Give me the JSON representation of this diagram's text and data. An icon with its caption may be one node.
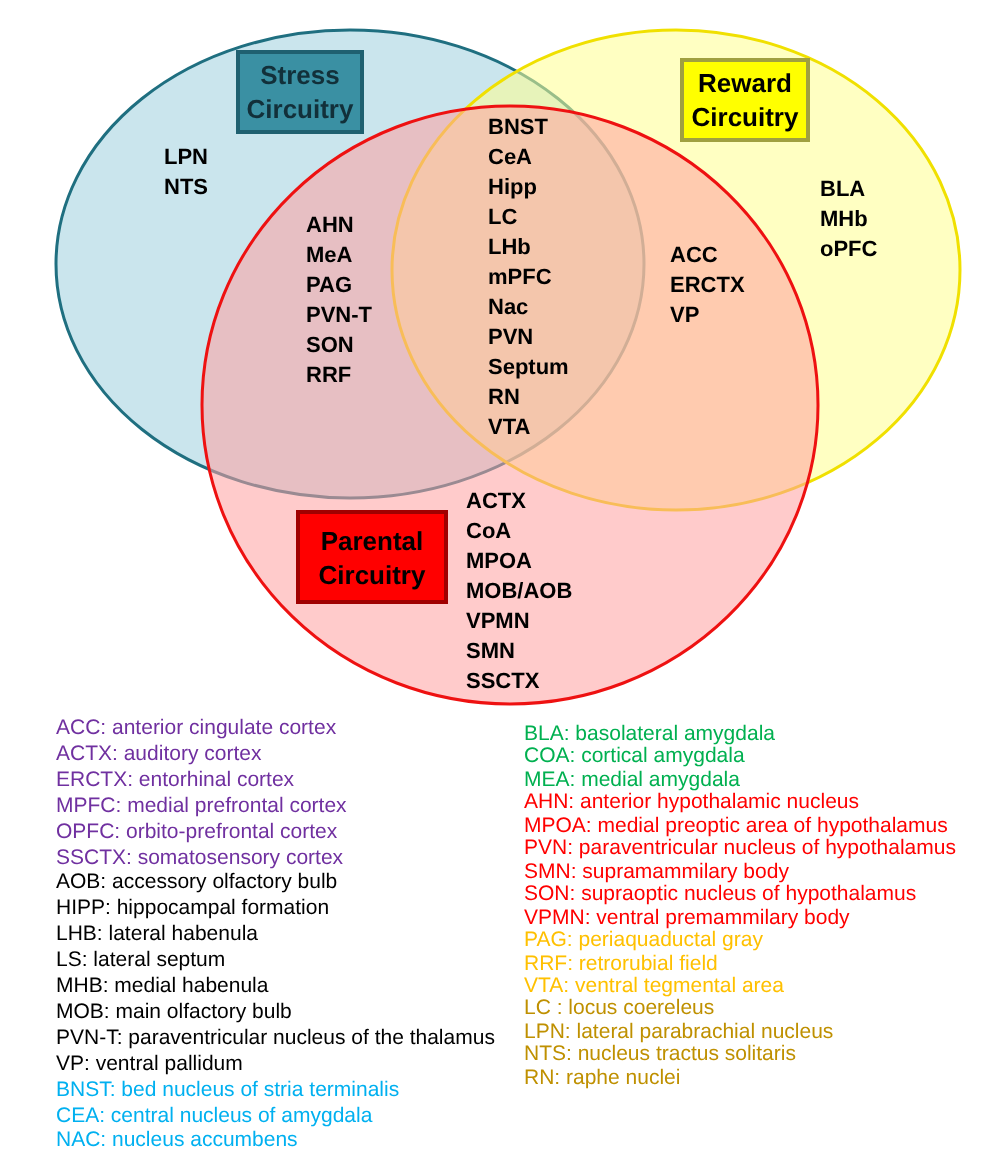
{
  "diagram": {
    "nodes": [
      {
        "text": [
          "Stress Circuitry"
        ]
      },
      {
        "text": [
          "Reward Circuitry"
        ]
      },
      {
        "text": [
          "Parental Circuitry"
        ]
      }
    ],
    "labels": [
      "LPN",
      "NTS",
      "AHN",
      "MeA",
      "PAG",
      "PVN-T",
      "SON",
      "RRF",
      "BNST",
      "CeA",
      "Hipp",
      "LC",
      "LHb",
      "mPFC",
      "Nac",
      "PVN",
      "Septum",
      "RN",
      "VTA",
      "ACC",
      "ERCTX",
      "VP",
      "BLA",
      "MHb",
      "oPFC",
      "ACTX",
      "CoA",
      "MPOA",
      "MOB/AOB",
      "VPMN",
      "SMN",
      "SSCTX"
    ],
    "legend": [
      {
        "text": "ACC: anterior cingulate cortex",
        "color": "#7030a0"
      },
      {
        "text": "ACTX: auditory cortex",
        "color": "#7030a0"
      },
      {
        "text": "ERCTX: entorhinal cortex",
        "color": "#7030a0"
      },
      {
        "text": "MPFC: medial prefrontal cortex",
        "color": "#7030a0"
      },
      {
        "text": "OPFC: orbito-prefrontal cortex",
        "color": "#7030a0"
      },
      {
        "text": "SSCTX: somatosensory cortex",
        "color": "#7030a0"
      },
      {
        "text": "AOB: accessory olfactory bulb",
        "color": "#000000"
      },
      {
        "text": "HIPP: hippocampal formation",
        "color": "#000000"
      },
      {
        "text": "LHB: lateral habenula",
        "color": "#000000"
      },
      {
        "text": "LS:  lateral septum",
        "color": "#000000"
      },
      {
        "text": "MHB: medial habenula",
        "color": "#000000"
      },
      {
        "text": "MOB: main olfactory bulb",
        "color": "#000000"
      },
      {
        "text": "PVN-T: paraventricular nucleus of the thalamus",
        "color": "#000000"
      },
      {
        "text": "VP: ventral pallidum",
        "color": "#000000"
      },
      {
        "text": "BNST: bed nucleus of stria terminalis",
        "color": "#00b0f0"
      },
      {
        "text": "CEA: central nucleus of amygdala",
        "color": "#00b0f0"
      },
      {
        "text": "NAC: nucleus accumbens",
        "color": "#00b0f0"
      },
      {
        "text": "BLA: basolateral amygdala",
        "color": "#00b050"
      },
      {
        "text": "COA: cortical  amygdala",
        "color": "#00b050"
      },
      {
        "text": "MEA: medial amygdala",
        "color": "#00b050"
      },
      {
        "text": "AHN: anterior hypothalamic nucleus",
        "color": "#ff0000"
      },
      {
        "text": "MPOA: medial preoptic area of hypothalamus",
        "color": "#ff0000"
      },
      {
        "text": "PVN: paraventricular nucleus of hypothalamus",
        "color": "#ff0000"
      },
      {
        "text": "SMN: supramammilary body",
        "color": "#ff0000"
      },
      {
        "text": "SON: supraoptic nucleus of hypothalamus",
        "color": "#ff0000"
      },
      {
        "text": "VPMN: ventral premammilary body",
        "color": "#ff0000"
      },
      {
        "text": "PAG: periaquaductal gray",
        "color": "#ffc000"
      },
      {
        "text": "RRF: retrorubial field",
        "color": "#ffc000"
      },
      {
        "text": "VTA: ventral tegmental area",
        "color": "#ffc000"
      },
      {
        "text": "LC : locus coereleus",
        "color": "#bf9000"
      },
      {
        "text": "LPN: lateral parabrachial nucleus",
        "color": "#bf9000"
      },
      {
        "text": "NTS: nucleus tractus solitaris",
        "color": "#bf9000"
      },
      {
        "text": "RN: raphe nuclei",
        "color": "#bf9000"
      }
    ]
  }
}
